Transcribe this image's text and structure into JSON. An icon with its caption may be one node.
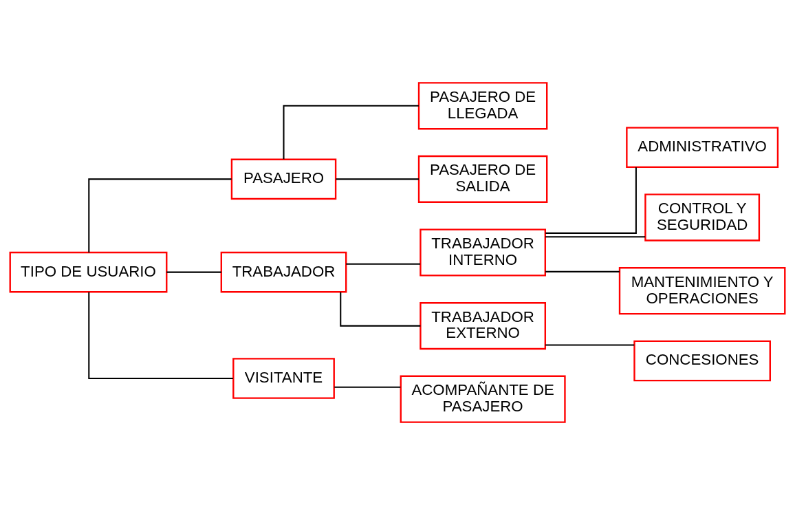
{
  "diagram": {
    "nodes": [
      {
        "text": [
          "TIPO DE USUARIO"
        ]
      },
      {
        "text": [
          "PASAJERO"
        ]
      },
      {
        "text": [
          "PASAJERO DE LLEGADA"
        ]
      },
      {
        "text": [
          "PASAJERO DE SALIDA"
        ]
      },
      {
        "text": [
          "TRABAJADOR"
        ]
      },
      {
        "text": [
          "TRABAJADOR INTERNO"
        ]
      },
      {
        "text": [
          "ADMINISTRATIVO"
        ]
      },
      {
        "text": [
          "CONTROL Y SEGURIDAD"
        ]
      },
      {
        "text": [
          "MANTENIMIENTO Y OPERACIONES"
        ]
      },
      {
        "text": [
          "TRABAJADOR EXTERNO"
        ]
      },
      {
        "text": [
          "CONCESIONES"
        ]
      },
      {
        "text": [
          "VISITANTE"
        ]
      },
      {
        "text": [
          "ACOMPAÑANTE DE PASAJERO"
        ]
      }
    ],
    "edges": [
      {
        "from": 0,
        "to": 1,
        "arrow": "none"
      },
      {
        "from": 0,
        "to": 4,
        "arrow": "none"
      },
      {
        "from": 0,
        "to": 11,
        "arrow": "none"
      },
      {
        "from": 1,
        "to": 2,
        "arrow": "none"
      },
      {
        "from": 1,
        "to": 3,
        "arrow": "none"
      },
      {
        "from": 4,
        "to": 5,
        "arrow": "none"
      },
      {
        "from": 4,
        "to": 9,
        "arrow": "none"
      },
      {
        "from": 5,
        "to": 6,
        "arrow": "none"
      },
      {
        "from": 5,
        "to": 7,
        "arrow": "none"
      },
      {
        "from": 5,
        "to": 8,
        "arrow": "none"
      },
      {
        "from": 9,
        "to": 10,
        "arrow": "none"
      },
      {
        "from": 11,
        "to": 12,
        "arrow": "none"
      }
    ]
  }
}
